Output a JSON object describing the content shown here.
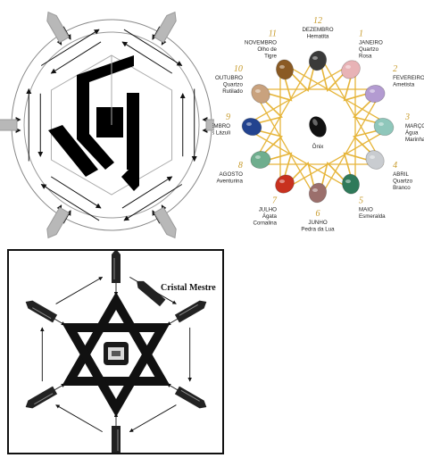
{
  "grid_diagram": {
    "colors": {
      "arrow": "#111111",
      "crystal": "#b8b8b8",
      "glyph": "#000000"
    }
  },
  "zodiac_diagram": {
    "center_label": "Ônix",
    "colors": {
      "star": "#e6b53a",
      "number": "#c79a2a"
    },
    "months": [
      {
        "number": "12",
        "month": "DEZEMBRO",
        "stone": "Hematita",
        "stone_line2": "",
        "color": "#3a3a3a"
      },
      {
        "number": "1",
        "month": "JANEIRO",
        "stone": "Quartzo",
        "stone_line2": "Rosa",
        "color": "#e8b3b6"
      },
      {
        "number": "2",
        "month": "FEVEREIRO",
        "stone": "Ametista",
        "stone_line2": "",
        "color": "#b39bd1"
      },
      {
        "number": "3",
        "month": "MARÇO",
        "stone": "Água",
        "stone_line2": "Marinha",
        "color": "#8fc7bb"
      },
      {
        "number": "4",
        "month": "ABRIL",
        "stone": "Quartzo",
        "stone_line2": "Branco",
        "color": "#c9ccd0"
      },
      {
        "number": "5",
        "month": "MAIO",
        "stone": "Esmeralda",
        "stone_line2": "",
        "color": "#2f7a5a"
      },
      {
        "number": "6",
        "month": "JUNHO",
        "stone": "Pedra da Lua",
        "stone_line2": "",
        "color": "#9b6f6c"
      },
      {
        "number": "7",
        "month": "JULHO",
        "stone": "Ágata",
        "stone_line2": "Cornalina",
        "color": "#c8311f"
      },
      {
        "number": "8",
        "month": "AGOSTO",
        "stone": "Aventurina",
        "stone_line2": "",
        "color": "#6fae8e"
      },
      {
        "number": "9",
        "month": "SETEMBRO",
        "stone": "Lápis Lázuli",
        "stone_line2": "",
        "color": "#23438f"
      },
      {
        "number": "10",
        "month": "OUTUBRO",
        "stone": "Quartzo",
        "stone_line2": "Rutilado",
        "color": "#c9a27e"
      },
      {
        "number": "11",
        "month": "NOVEMBRO",
        "stone": "Olho de",
        "stone_line2": "Tigre",
        "color": "#8a5a24"
      }
    ]
  },
  "star_diagram": {
    "master_label": "Cristal Mestre",
    "colors": {
      "frame": "#111111",
      "star": "#111111",
      "crystal": "#222222"
    }
  }
}
